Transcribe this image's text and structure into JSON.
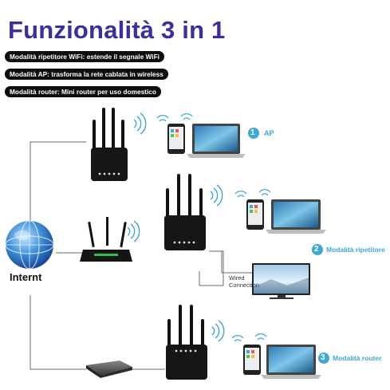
{
  "title": "Funzionalità 3 in 1",
  "modes": [
    "Modalità ripetitore WiFi: estende il segnale WiFi",
    "Modalità AP: trasforma la rete cablata in wireless",
    "Modalità router: Mini router per uso domestico"
  ],
  "labels": {
    "ap": "AP",
    "ap_num": "1",
    "repeater": "Modalità ripetitore",
    "repeater_num": "2",
    "router": "Modalità router",
    "router_num": "3",
    "wired_line1": "Wired",
    "wired_line2": "Connection",
    "internet": "Internt"
  },
  "colors": {
    "title": "#3b2fa0",
    "accent": "#3ea8d6",
    "pill_bg": "#0d0d0d"
  }
}
